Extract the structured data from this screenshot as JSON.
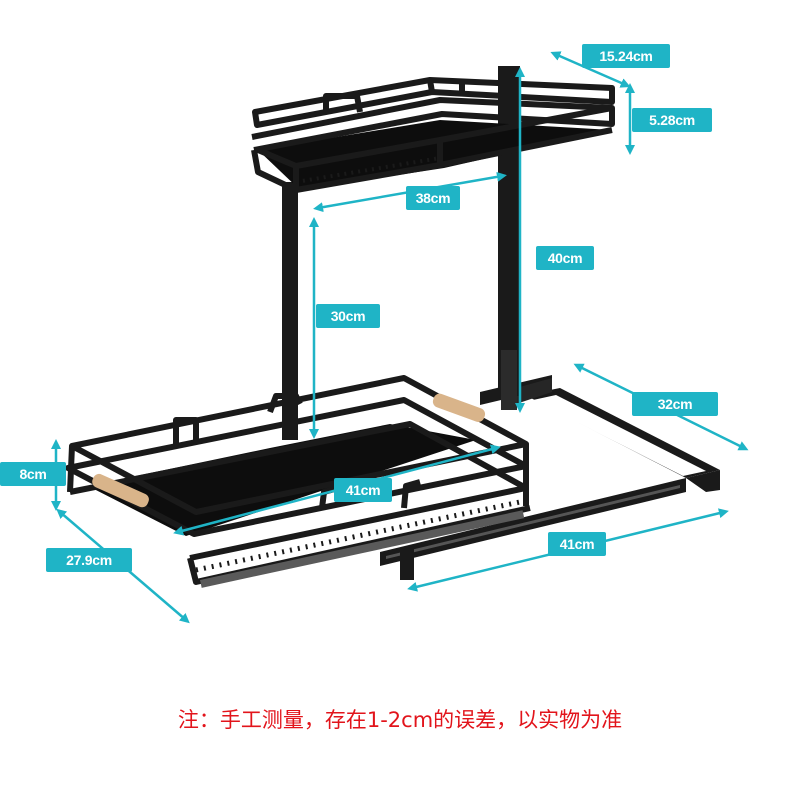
{
  "dimensions": {
    "top_depth": "15.24cm",
    "top_height": "5.28cm",
    "top_width": "38cm",
    "total_height": "40cm",
    "clearance": "30cm",
    "rail_depth": "32cm",
    "basket_height": "8cm",
    "basket_width": "41cm",
    "basket_depth": "27.9cm",
    "rail_length": "41cm"
  },
  "note": "注：手工测量，存在1-2cm的误差，以实物为准",
  "colors": {
    "frame": "#1a1a1a",
    "shelf": "#0d0d0d",
    "dimension_accent": "#1fb4c6",
    "handle": "#d9b48a",
    "note": "#e2141b"
  }
}
